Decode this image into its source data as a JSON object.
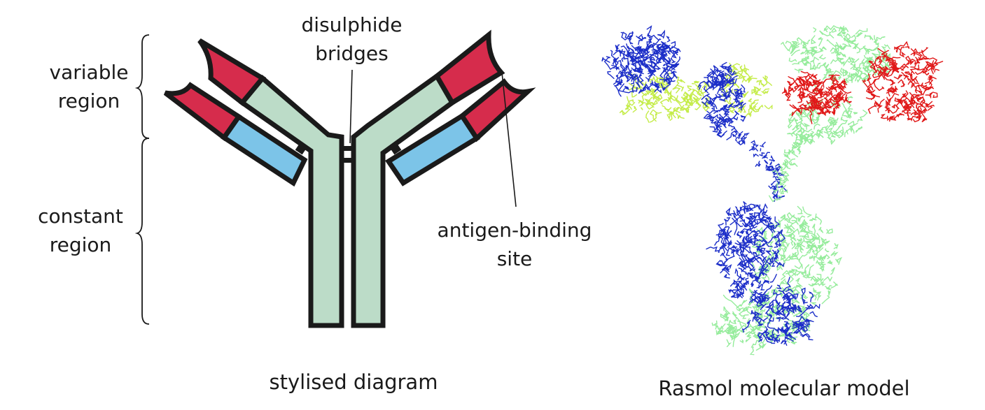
{
  "labels": {
    "variable_region": [
      "variable",
      "region"
    ],
    "constant_region": [
      "constant",
      "region"
    ],
    "disulphide_bridges": [
      "disulphide",
      "bridges"
    ],
    "antigen_binding_site": [
      "antigen-binding",
      "site"
    ]
  },
  "captions": {
    "left": "stylised diagram",
    "right": "Rasmol molecular model"
  },
  "colors": {
    "constant_green": "#bcdcc8",
    "variable_red": "#d62c4c",
    "light_blue": "#7cc4e8",
    "outline": "#1a1a1a",
    "model_blue": "#1c2ec8",
    "model_light_green": "#96ec9c",
    "model_yellow_green": "#c4ec48",
    "model_red": "#e01818"
  }
}
